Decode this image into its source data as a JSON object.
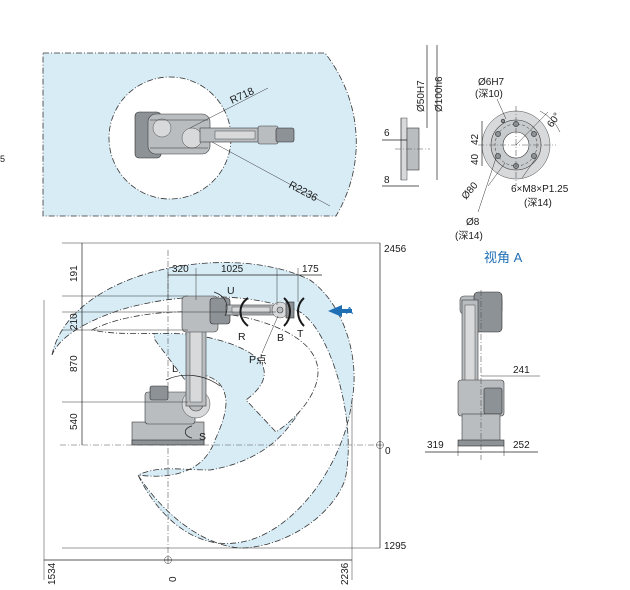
{
  "colors": {
    "envelope": "#d8ecf6",
    "accent_blue": "#1f6fb5",
    "robot_grey": "#b9bdc0",
    "line": "#222222"
  },
  "top_view": {
    "inner_radius_label": "R718",
    "outer_radius_label": "R2236"
  },
  "flange": {
    "d50_label": "Ø50H7",
    "d100_label": "Ø100h6",
    "dim_6": "6",
    "dim_8": "8",
    "pin_hole_label": "Ø6H7",
    "pin_hole_depth": "(深10)",
    "dim_42": "42",
    "dim_40": "40",
    "pcd_label": "Ø80",
    "angle_label": "60°",
    "tap_label": "6×M8×P1.25",
    "tap_depth": "(深14)",
    "hole_label": "Ø8",
    "hole_depth": "(深14)"
  },
  "view_a": {
    "title": "视角 A",
    "dim_241": "241",
    "dim_319": "319",
    "dim_252": "252"
  },
  "side_view": {
    "arrow_label": "A",
    "dim_320": "320",
    "dim_1025": "1025",
    "dim_175": "175",
    "dim_191": "191",
    "dim_210": "210",
    "dim_870": "870",
    "dim_540": "540",
    "height_max": "2456",
    "origin_right": "0",
    "depth_min": "1295",
    "origin_bottom": "0",
    "reach_left": "1534",
    "reach_right": "2236",
    "axis_u": "U",
    "axis_r": "R",
    "axis_b": "B",
    "axis_t": "T",
    "axis_l": "L",
    "axis_s": "S",
    "p_point": "P点"
  },
  "left_margin_char": "5"
}
